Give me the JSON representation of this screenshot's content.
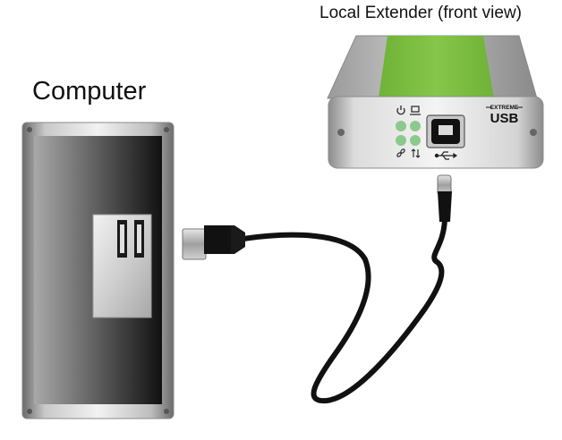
{
  "labels": {
    "computer": "Computer",
    "extender": "Local Extender (front view)"
  },
  "extender": {
    "brand_top": "EXTREME",
    "brand_main": "USB",
    "led_icons": [
      "power-icon",
      "host-computer-icon",
      "link-icon",
      "activity-arrows-icon"
    ],
    "port_icon": "usb-trident-icon"
  },
  "colors": {
    "extender_top_green": "#7dbf41",
    "led_green": "#8dc98d",
    "cable": "#111111"
  }
}
